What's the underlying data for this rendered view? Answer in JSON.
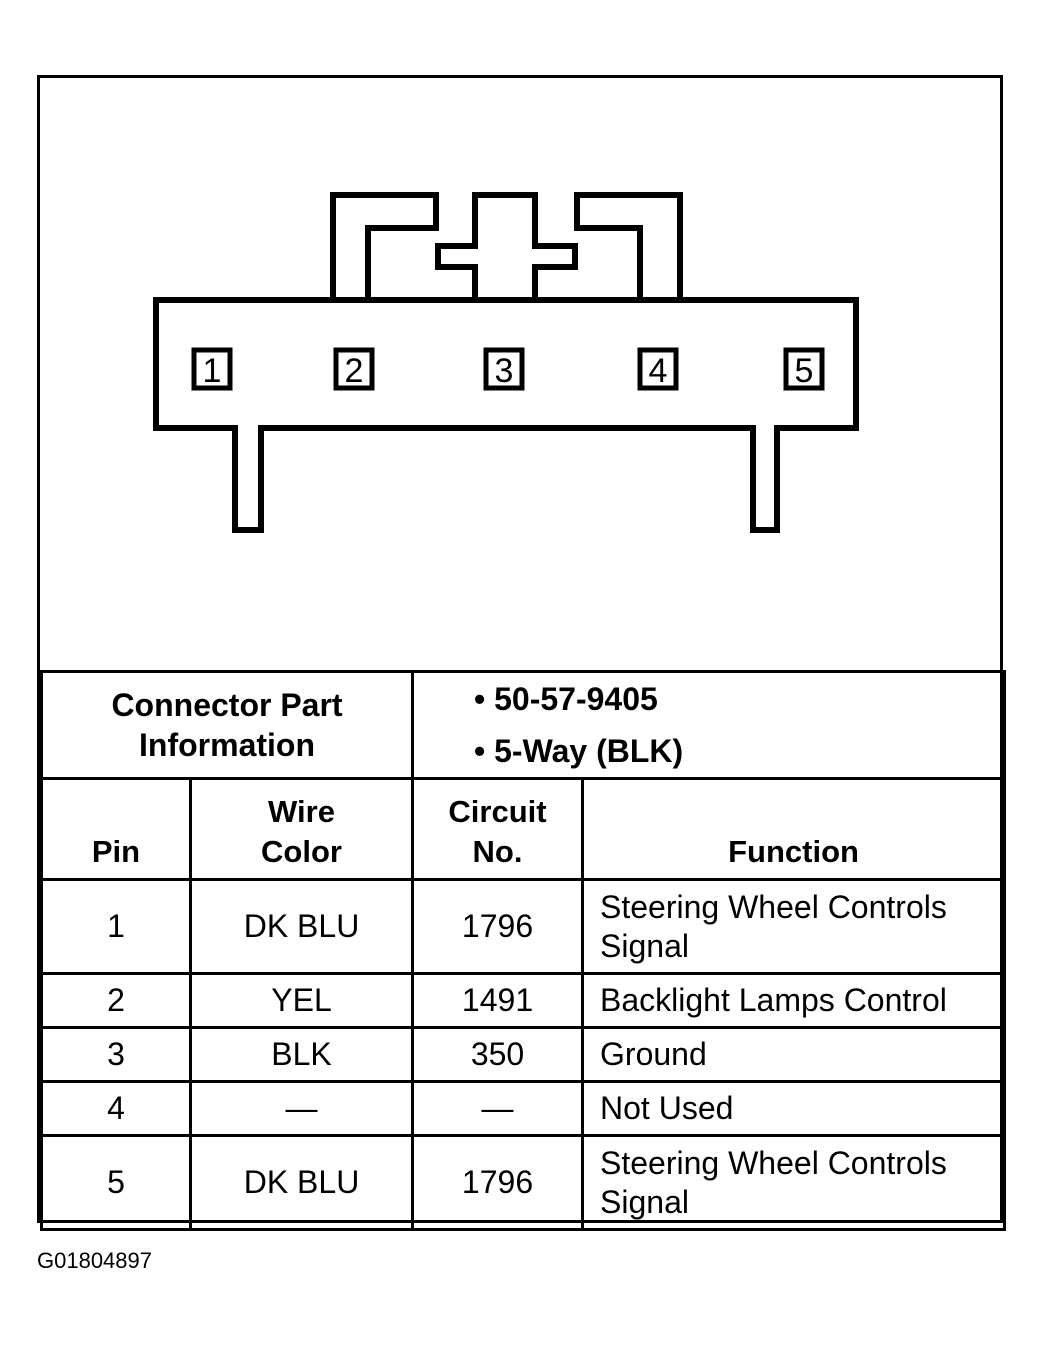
{
  "connector": {
    "pins": [
      "1",
      "2",
      "3",
      "4",
      "5"
    ]
  },
  "part_info": {
    "label_line1": "Connector Part",
    "label_line2": "Information",
    "items": [
      "50-57-9405",
      "5-Way (BLK)"
    ]
  },
  "table": {
    "headers": {
      "pin": "Pin",
      "wire_color_line1": "Wire",
      "wire_color_line2": "Color",
      "circuit_line1": "Circuit",
      "circuit_line2": "No.",
      "function": "Function"
    },
    "rows": [
      {
        "pin": "1",
        "wire": "DK BLU",
        "circuit": "1796",
        "function_line1": "Steering Wheel Controls",
        "function_line2": "Signal"
      },
      {
        "pin": "2",
        "wire": "YEL",
        "circuit": "1491",
        "function_line1": "Backlight Lamps Control",
        "function_line2": ""
      },
      {
        "pin": "3",
        "wire": "BLK",
        "circuit": "350",
        "function_line1": "Ground",
        "function_line2": ""
      },
      {
        "pin": "4",
        "wire": "—",
        "circuit": "—",
        "function_line1": "Not Used",
        "function_line2": ""
      },
      {
        "pin": "5",
        "wire": "DK BLU",
        "circuit": "1796",
        "function_line1": "Steering Wheel Controls",
        "function_line2": "Signal"
      }
    ]
  },
  "figure_id": "G01804897"
}
